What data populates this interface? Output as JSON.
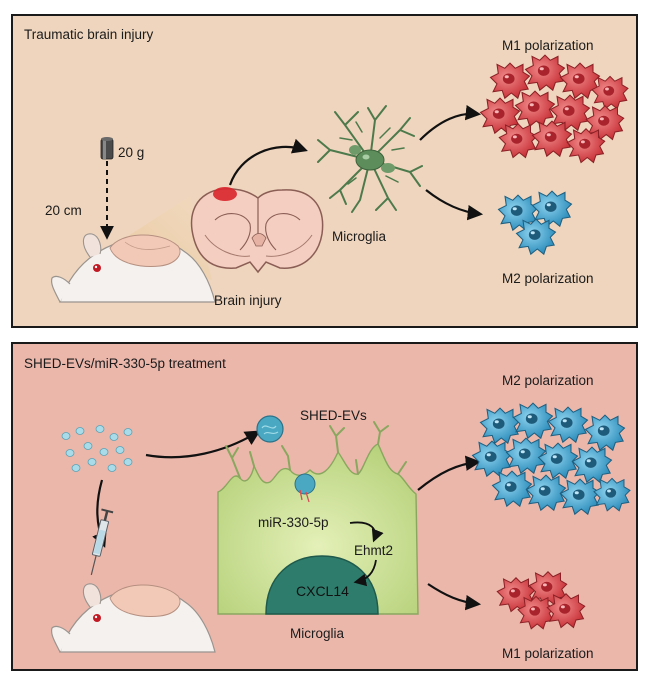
{
  "top_panel": {
    "title": "Traumatic brain injury",
    "weight_label": "20 g",
    "height_label": "20 cm",
    "brain_injury_label": "Brain injury",
    "microglia_label": "Microglia",
    "m1_label": "M1 polarization",
    "m2_label": "M2 polarization"
  },
  "bottom_panel": {
    "title": "SHED-EVs/miR-330-5p treatment",
    "evs_label": "SHED-EVs",
    "mirna_label": "miR-330-5p",
    "ehmt2_label": "Ehmt2",
    "cxcl14_label": "CXCL14",
    "microglia_label": "Microglia",
    "m2_label": "M2 polarization",
    "m1_label": "M1 polarization"
  },
  "colors": {
    "top_bg": "#efd5bd",
    "bottom_bg": "#ebb7ab",
    "m1_cell": "#d9474a",
    "m2_cell": "#3fa6cf",
    "microglia": "#6f9a6a",
    "nucleus": "#2e7d6c",
    "cytoplasm": "#cfe2a0"
  },
  "icons": [
    "weight-icon",
    "mouse-head-icon",
    "brain-section-icon",
    "microglia-cell-icon",
    "vesicle-icon",
    "syringe-icon"
  ]
}
